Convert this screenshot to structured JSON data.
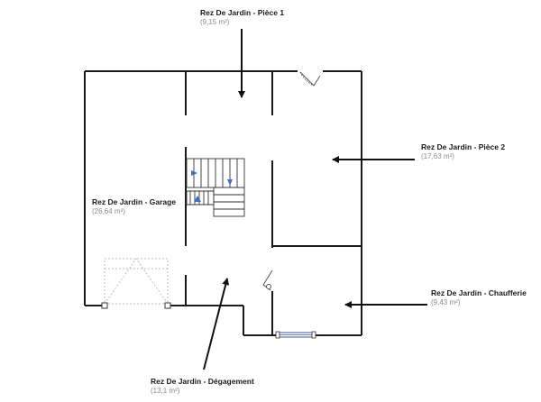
{
  "rooms": [
    {
      "id": "piece1",
      "name": "Rez De Jardin - Pièce 1",
      "area": "(9,15 m²)"
    },
    {
      "id": "piece2",
      "name": "Rez De Jardin - Pièce 2",
      "area": "(17,63 m²)"
    },
    {
      "id": "garage",
      "name": "Rez De Jardin - Garage",
      "area": "(26,64 m²)"
    },
    {
      "id": "chaufferie",
      "name": "Rez De Jardin - Chaufferie",
      "area": "(9,43 m²)"
    },
    {
      "id": "degagement",
      "name": "Rez De Jardin - Dégagement",
      "area": "(13,1 m²)"
    }
  ],
  "colors": {
    "wall": "#1a1a1a",
    "door": "#555555",
    "stairs_arrow": "#3a6fc4",
    "area_text": "#8a8a8a",
    "window": "#3355aa"
  }
}
